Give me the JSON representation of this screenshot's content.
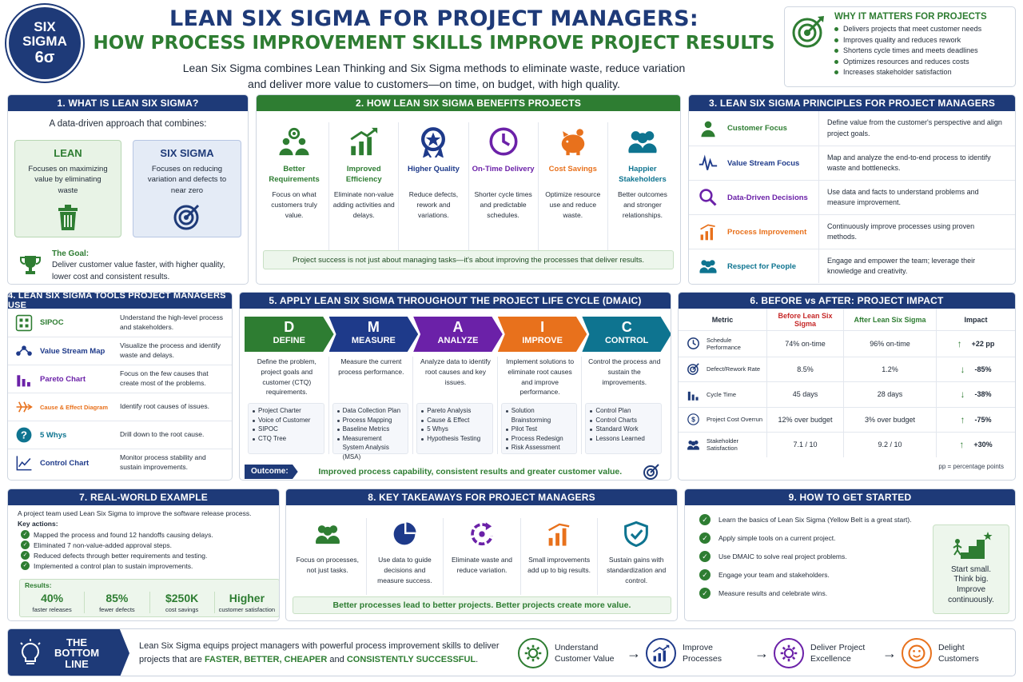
{
  "header": {
    "logo_line1": "SIX",
    "logo_line2": "SIGMA",
    "logo_line3": "6σ",
    "title_line1": "LEAN SIX SIGMA FOR PROJECT MANAGERS:",
    "title_line2": "HOW PROCESS IMPROVEMENT SKILLS IMPROVE PROJECT RESULTS",
    "subtitle_line1": "Lean Six Sigma combines Lean Thinking and Six Sigma methods to eliminate waste, reduce variation",
    "subtitle_line2": "and deliver more value to customers—on time, on budget, with high quality."
  },
  "why": {
    "title": "WHY IT MATTERS FOR PROJECTS",
    "items": [
      "Delivers projects that meet customer needs",
      "Improves quality and reduces rework",
      "Shortens cycle times and meets deadlines",
      "Optimizes resources and reduces costs",
      "Increases stakeholder satisfaction"
    ]
  },
  "s1": {
    "title": "1. WHAT IS LEAN SIX SIGMA?",
    "intro": "A data-driven approach that combines:",
    "lean_title": "LEAN",
    "lean_text": "Focuses on maximizing value by eliminating waste",
    "sigma_title": "SIX SIGMA",
    "sigma_text": "Focuses on reducing variation and defects to near zero",
    "goal_label": "The Goal:",
    "goal_text": "Deliver customer value faster, with higher quality, lower cost and consistent results."
  },
  "s2": {
    "title": "2. HOW LEAN SIX SIGMA BENEFITS PROJECTS",
    "items": [
      {
        "title": "Better Requirements",
        "text": "Focus on what customers truly value.",
        "color": "#2e7d32"
      },
      {
        "title": "Improved Efficiency",
        "text": "Eliminate non-value adding activities and delays.",
        "color": "#2e7d32"
      },
      {
        "title": "Higher Quality",
        "text": "Reduce defects, rework and variations.",
        "color": "#1e3a8a"
      },
      {
        "title": "On-Time Delivery",
        "text": "Shorter cycle times and predictable schedules.",
        "color": "#6b21a8"
      },
      {
        "title": "Cost Savings",
        "text": "Optimize resource use and reduce waste.",
        "color": "#e8711c"
      },
      {
        "title": "Happier Stakeholders",
        "text": "Better outcomes and stronger relationships.",
        "color": "#0e7490"
      }
    ],
    "note": "Project success is not just about managing tasks—it's about improving the processes that deliver results."
  },
  "s3": {
    "title": "3. LEAN SIX SIGMA PRINCIPLES FOR PROJECT MANAGERS",
    "items": [
      {
        "name": "Customer Focus",
        "text": "Define value from the customer's perspective and align project goals.",
        "color": "#2e7d32"
      },
      {
        "name": "Value Stream Focus",
        "text": "Map and analyze the end-to-end process to identify waste and bottlenecks.",
        "color": "#1e3a8a"
      },
      {
        "name": "Data-Driven Decisions",
        "text": "Use data and facts to understand problems and measure improvement.",
        "color": "#6b21a8"
      },
      {
        "name": "Process Improvement",
        "text": "Continuously improve processes using proven methods.",
        "color": "#e8711c"
      },
      {
        "name": "Respect for People",
        "text": "Engage and empower the team; leverage their knowledge and creativity.",
        "color": "#0e7490"
      }
    ]
  },
  "s4": {
    "title": "4. LEAN SIX SIGMA TOOLS PROJECT MANAGERS USE",
    "items": [
      {
        "name": "SIPOC",
        "text": "Understand the high-level process and stakeholders.",
        "color": "#2e7d32"
      },
      {
        "name": "Value Stream Map",
        "text": "Visualize the process and identify waste and delays.",
        "color": "#1e3a8a"
      },
      {
        "name": "Pareto Chart",
        "text": "Focus on the few causes that create most of the problems.",
        "color": "#6b21a8"
      },
      {
        "name": "Cause & Effect Diagram",
        "text": "Identify root causes of issues.",
        "color": "#e8711c"
      },
      {
        "name": "5 Whys",
        "text": "Drill down to the root cause.",
        "color": "#0e7490"
      },
      {
        "name": "Control Chart",
        "text": "Monitor process stability and sustain improvements.",
        "color": "#1e3a8a"
      }
    ]
  },
  "s5": {
    "title": "5. APPLY LEAN SIX SIGMA THROUGHOUT THE PROJECT LIFE CYCLE (DMAIC)",
    "phases": [
      {
        "letter": "D",
        "name": "DEFINE",
        "color": "#2e7d32",
        "text": "Define the problem, project goals and customer (CTQ) requirements.",
        "tools": [
          "Project Charter",
          "Voice of Customer",
          "SIPOC",
          "CTQ Tree"
        ]
      },
      {
        "letter": "M",
        "name": "MEASURE",
        "color": "#1e3a8a",
        "text": "Measure the current process performance.",
        "tools": [
          "Data Collection Plan",
          "Process Mapping",
          "Baseline Metrics",
          "Measurement System Analysis (MSA)"
        ]
      },
      {
        "letter": "A",
        "name": "ANALYZE",
        "color": "#6b21a8",
        "text": "Analyze data to identify root causes and key issues.",
        "tools": [
          "Pareto Analysis",
          "Cause & Effect",
          "5 Whys",
          "Hypothesis Testing"
        ]
      },
      {
        "letter": "I",
        "name": "IMPROVE",
        "color": "#e8711c",
        "text": "Implement solutions to eliminate root causes and improve performance.",
        "tools": [
          "Solution Brainstorming",
          "Pilot Test",
          "Process Redesign",
          "Risk Assessment"
        ]
      },
      {
        "letter": "C",
        "name": "CONTROL",
        "color": "#0e7490",
        "text": "Control the process and sustain the improvements.",
        "tools": [
          "Control Plan",
          "Control Charts",
          "Standard Work",
          "Lessons Learned"
        ]
      }
    ],
    "outcome_label": "Outcome:",
    "outcome_text": "Improved process capability, consistent results and greater customer value."
  },
  "s6": {
    "title": "6. BEFORE vs AFTER: PROJECT IMPACT",
    "headers": [
      "Metric",
      "Before Lean Six Sigma",
      "After Lean Six Sigma",
      "Impact"
    ],
    "rows": [
      {
        "metric": "Schedule Performance",
        "before": "74% on-time",
        "after": "96% on-time",
        "arrow": "↑",
        "impact": "+22 pp"
      },
      {
        "metric": "Defect/Rework Rate",
        "before": "8.5%",
        "after": "1.2%",
        "arrow": "↓",
        "impact": "-85%"
      },
      {
        "metric": "Cycle Time",
        "before": "45 days",
        "after": "28 days",
        "arrow": "↓",
        "impact": "-38%"
      },
      {
        "metric": "Project Cost Overrun",
        "before": "12% over budget",
        "after": "3% over budget",
        "arrow": "↑",
        "impact": "-75%"
      },
      {
        "metric": "Stakeholder Satisfaction",
        "before": "7.1 / 10",
        "after": "9.2 / 10",
        "arrow": "↑",
        "impact": "+30%"
      }
    ],
    "footnote": "pp = percentage points"
  },
  "s7": {
    "title": "7. REAL-WORLD EXAMPLE",
    "intro": "A project team used Lean Six Sigma to improve the software release process.",
    "actions_label": "Key actions:",
    "actions": [
      "Mapped the process and found 12 handoffs causing delays.",
      "Eliminated 7 non-value-added approval steps.",
      "Reduced defects through better requirements and testing.",
      "Implemented a control plan to sustain improvements."
    ],
    "results_label": "Results:",
    "results": [
      {
        "value": "40%",
        "label": "faster releases"
      },
      {
        "value": "85%",
        "label": "fewer defects"
      },
      {
        "value": "$250K",
        "label": "cost savings"
      },
      {
        "value": "Higher",
        "label": "customer satisfaction"
      }
    ]
  },
  "s8": {
    "title": "8. KEY TAKEAWAYS FOR PROJECT MANAGERS",
    "items": [
      {
        "text": "Focus on processes, not just tasks.",
        "color": "#2e7d32"
      },
      {
        "text": "Use data to guide decisions and measure success.",
        "color": "#1e3a8a"
      },
      {
        "text": "Eliminate waste and reduce variation.",
        "color": "#6b21a8"
      },
      {
        "text": "Small improvements add up to big results.",
        "color": "#e8711c"
      },
      {
        "text": "Sustain gains with standardization and control.",
        "color": "#0e7490"
      }
    ],
    "note": "Better processes lead to better projects. Better projects create more value."
  },
  "s9": {
    "title": "9. HOW TO GET STARTED",
    "items": [
      "Learn the basics of Lean Six Sigma (Yellow Belt is a great start).",
      "Apply simple tools on a current project.",
      "Use DMAIC to solve real project problems.",
      "Engage your team and stakeholders.",
      "Measure results and celebrate wins."
    ],
    "callout_line1": "Start small.",
    "callout_line2": "Think big.",
    "callout_line3": "Improve continuously."
  },
  "bottom": {
    "label_line1": "THE",
    "label_line2": "BOTTOM",
    "label_line3": "LINE",
    "text_part1": "Lean Six Sigma equips project managers with powerful process improvement skills to deliver projects that are ",
    "text_highlight": "FASTER, BETTER, CHEAPER",
    "text_part2": " and ",
    "text_highlight2": "CONSISTENTLY SUCCESSFUL",
    "text_part3": ".",
    "steps": [
      {
        "line1": "Understand",
        "line2": "Customer Value",
        "color": "#2e7d32"
      },
      {
        "line1": "Improve",
        "line2": "Processes",
        "color": "#1e3a8a"
      },
      {
        "line1": "Deliver Project",
        "line2": "Excellence",
        "color": "#6b21a8"
      },
      {
        "line1": "Delight",
        "line2": "Customers",
        "color": "#e8711c"
      }
    ]
  }
}
